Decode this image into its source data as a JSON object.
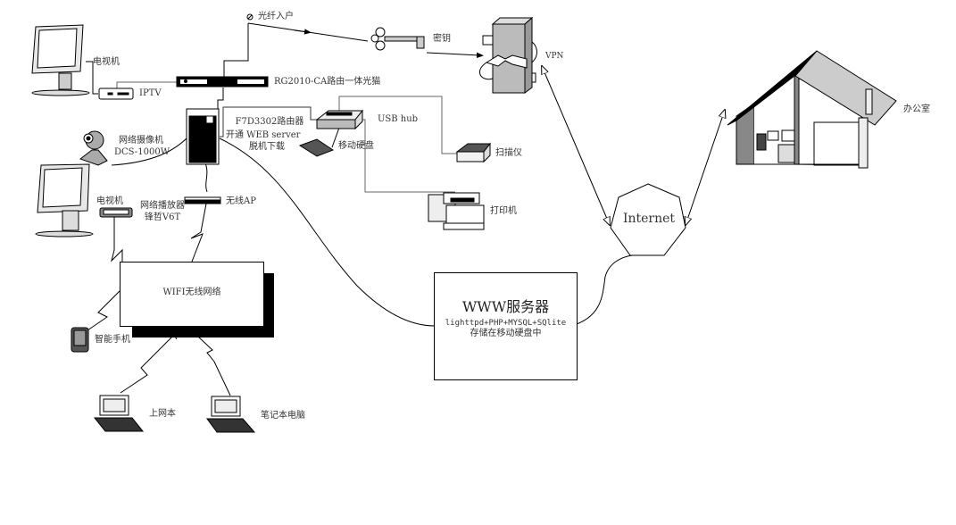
{
  "nodes": {
    "fiber_in": "光纤入户",
    "key": "密钥",
    "vpn": "VPN",
    "tv_top": "电视机",
    "iptv": "IPTV",
    "modem": "RG2010-CA路由一体光猫",
    "router_line1": "F7D3302路由器",
    "router_line2": "开通 WEB server",
    "router_line3": "脱机下载",
    "usb_hub": "USB hub",
    "hdd": "移动硬盘",
    "scanner": "扫描仪",
    "printer": "打印机",
    "camera_line1": "网络摄像机",
    "camera_line2": "DCS-1000W",
    "tv_bottom": "电视机",
    "player_line1": "网络播放器",
    "player_line2": "锋哲V6T",
    "wireless_ap": "无线AP",
    "wifi": "WIFI无线网络",
    "smartphone": "智能手机",
    "netbook": "上网本",
    "laptop": "笔记本电脑",
    "internet": "Internet",
    "office": "办公室",
    "server_title": "WWW服务器",
    "server_stack": "lighttpd+PHP+MYSQL+SQlite",
    "server_storage": "存储在移动硬盘中"
  },
  "colors": {
    "line": "#000000",
    "device_gray": "#b8b8b8",
    "device_dark": "#555555",
    "text": "#333333"
  }
}
